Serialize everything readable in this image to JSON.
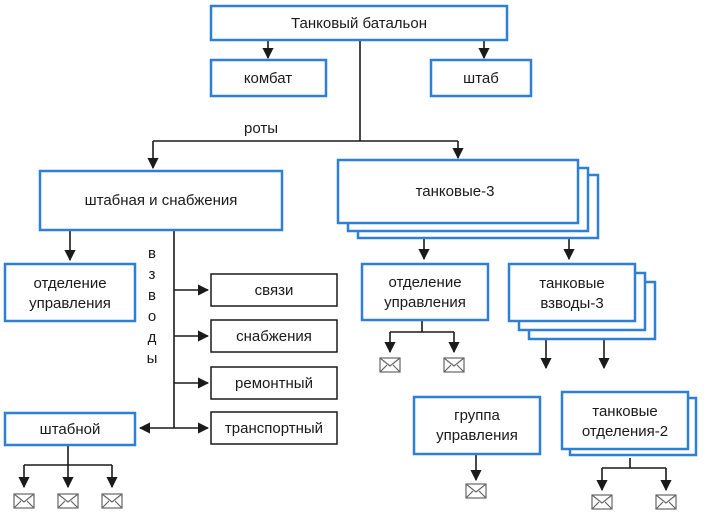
{
  "nodes": {
    "battalion": "Танковый батальон",
    "kombat": "комбат",
    "shtab": "штаб",
    "roty_label": "роты",
    "hq_supply_company": "штабная и снабжения",
    "tank_companies": "танковые-3",
    "platoons_label": [
      "в",
      "з",
      "в",
      "о",
      "д",
      "ы"
    ],
    "left_control_section": [
      "отделение",
      "управления"
    ],
    "platoon_comm": "связи",
    "platoon_supply": "снабжения",
    "platoon_repair": "ремонтный",
    "platoon_transport": "транспортный",
    "staff": "штабной",
    "right_control_section": [
      "отделение",
      "управления"
    ],
    "tank_platoons": [
      "танковые",
      "взводы-3"
    ],
    "control_group": [
      "группа",
      "управления"
    ],
    "tank_sections": [
      "танковые",
      "отделения-2"
    ]
  },
  "icons": {
    "leaf": "envelope-icon"
  },
  "colors": {
    "primary_box": "#2e7fd6",
    "secondary_box": "#1a1a1a",
    "connector": "#1a1a1a"
  }
}
